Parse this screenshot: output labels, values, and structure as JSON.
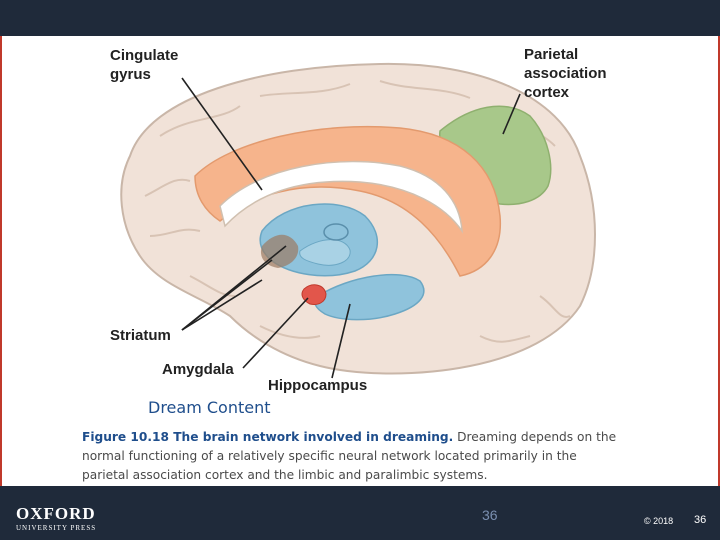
{
  "figure": {
    "labels": {
      "cingulate": [
        "Cingulate",
        "gyrus"
      ],
      "parietal": [
        "Parietal",
        "association",
        "cortex"
      ],
      "striatum": "Striatum",
      "amygdala": "Amygdala",
      "hippocampus": "Hippocampus"
    },
    "subtitle": "Dream Content"
  },
  "caption": {
    "lead": "Figure 10.18 The brain network involved in dreaming.",
    "body": " Dreaming depends on the normal functioning of a relatively specific neural network located primarily in the parietal association cortex and the limbic and paralimbic systems."
  },
  "footer": {
    "publisher_line1": "OXFORD",
    "publisher_line2": "UNIVERSITY PRESS",
    "center_page": "36",
    "copyright": "© 2018",
    "page_number": "36"
  },
  "colors": {
    "bar": "#1f2a3a",
    "cortex": "#f1e2d8",
    "cingulate": "#f6b48c",
    "parietal": "#a8c88a",
    "limbic_blue": "#8fc3dc",
    "amygdala": "#e2564b",
    "caption_blue": "#1f4e8c"
  }
}
